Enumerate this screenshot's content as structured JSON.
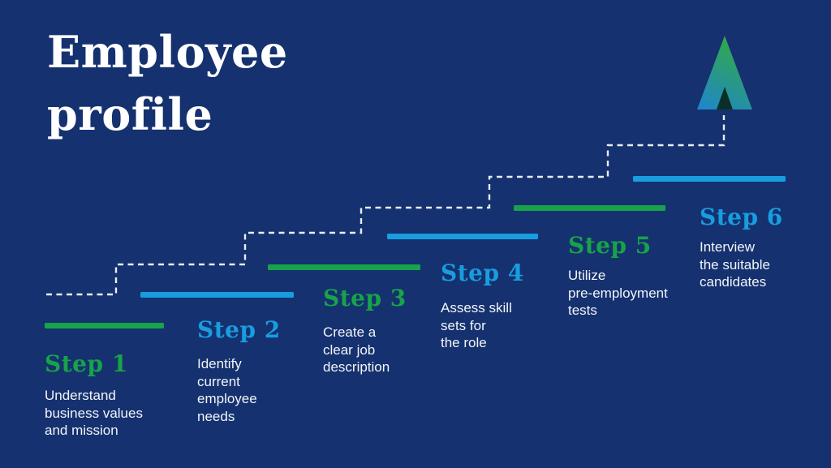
{
  "title": "Employee profile",
  "colors": {
    "background": "#15316f",
    "green": "#17a349",
    "blue": "#189ddf",
    "dash": "#e8edf4",
    "text": "#f2f5f9"
  },
  "arrow": {
    "gradient_start": "#1f86ca",
    "gradient_end": "#31a750",
    "notch_color": "#0a2f26"
  },
  "steps": [
    {
      "label": "Step 1",
      "color": "green",
      "description": "Understand\nbusiness values\nand mission"
    },
    {
      "label": "Step 2",
      "color": "blue",
      "description": "Identify\ncurrent\nemployee\nneeds"
    },
    {
      "label": "Step 3",
      "color": "green",
      "description": "Create a\nclear job\ndescription"
    },
    {
      "label": "Step 4",
      "color": "blue",
      "description": "Assess skill\nsets for\nthe role"
    },
    {
      "label": "Step 5",
      "color": "green",
      "description": "Utilize\npre-employment\ntests"
    },
    {
      "label": "Step 6",
      "color": "blue",
      "description": "Interview\nthe suitable\ncandidates"
    }
  ]
}
